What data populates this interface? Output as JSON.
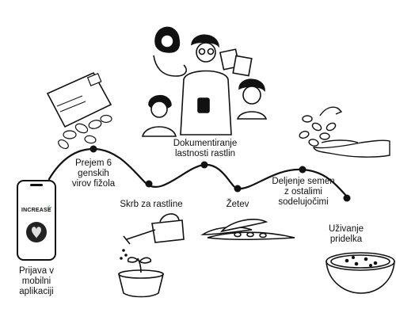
{
  "app_brand": "INCREASE",
  "steps": [
    {
      "id": "register",
      "lines": [
        "Prijava v",
        "mobilni",
        "aplikaciji"
      ],
      "icon": "smartphone-icon"
    },
    {
      "id": "receive",
      "lines": [
        "Prejem 6",
        "genskih",
        "virov fižola"
      ],
      "icon": "envelope-with-beans-icon"
    },
    {
      "id": "care",
      "lines": [
        "Skrb za rastline"
      ],
      "icon": "watering-can-seedling-icon"
    },
    {
      "id": "document",
      "lines": [
        "Dokumentiranje",
        "lastnosti rastlin"
      ],
      "icon": "family-with-phone-icon"
    },
    {
      "id": "harvest",
      "lines": [
        "Žetev"
      ],
      "icon": "bean-pods-icon"
    },
    {
      "id": "share",
      "lines": [
        "Deljenje semen",
        "z ostalimi",
        "sodelujočimi"
      ],
      "icon": "hand-with-seeds-icon"
    },
    {
      "id": "enjoy",
      "lines": [
        "Uživanje",
        "pridelka"
      ],
      "icon": "soup-bowl-icon"
    }
  ],
  "colors": {
    "line": "#111111",
    "fill": "#ffffff",
    "shadow": "#d9d9d9",
    "accent": "#7fb07a"
  }
}
